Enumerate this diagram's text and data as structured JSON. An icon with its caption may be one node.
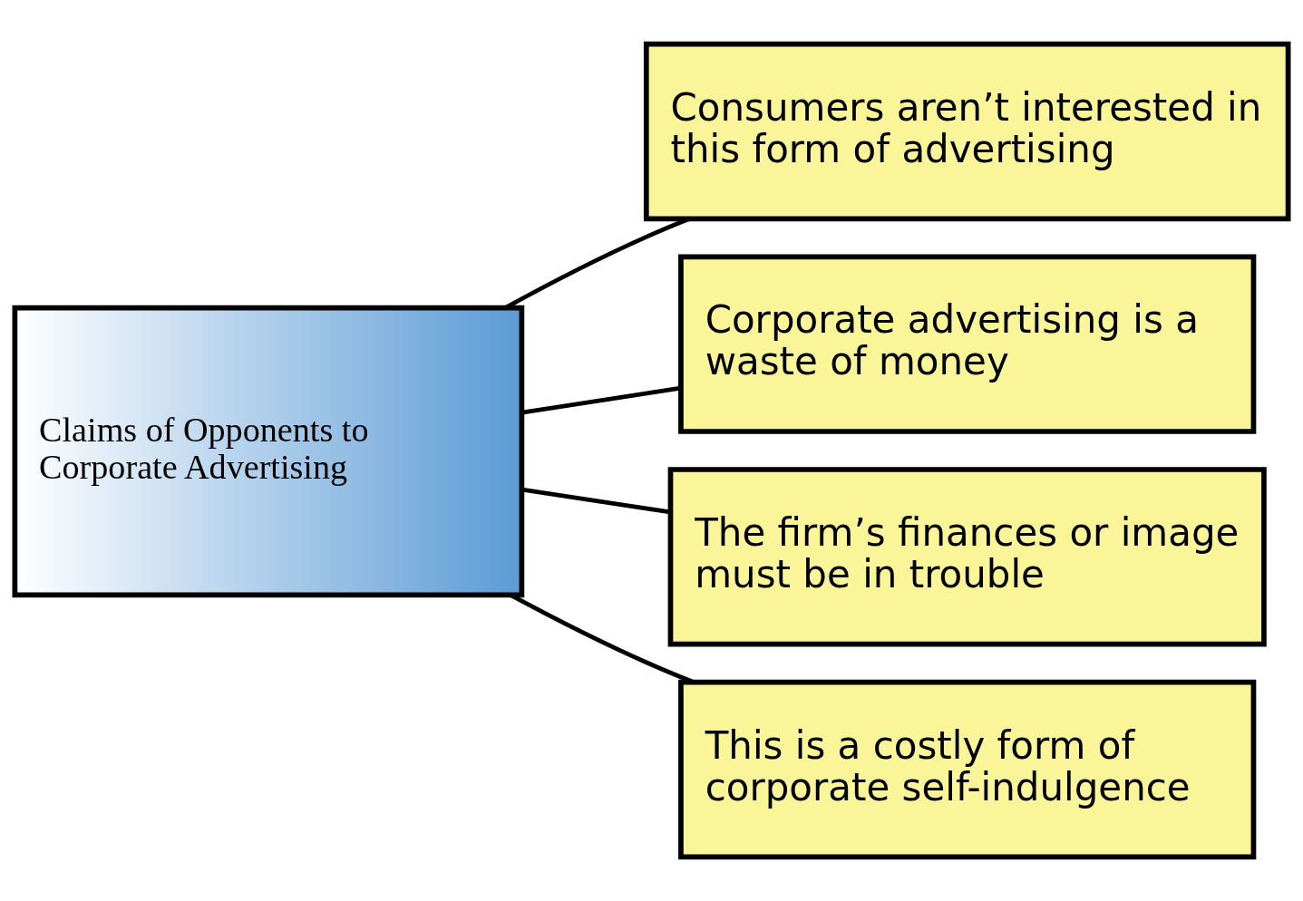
{
  "diagram": {
    "nodes": [
      {
        "text": [
          "Claims of Opponents to Corporate Advertising"
        ]
      },
      {
        "text": [
          "Consumers aren’t interested in this form of advertising"
        ]
      },
      {
        "text": [
          "Corporate advertising is a waste of money"
        ]
      },
      {
        "text": [
          "The firm’s finances or image must be in trouble"
        ]
      },
      {
        "text": [
          "This is a costly form of corporate self-indulgence"
        ]
      }
    ],
    "edges": [
      {
        "from": 0,
        "to": 1,
        "arrow": "none"
      },
      {
        "from": 0,
        "to": 2,
        "arrow": "none"
      },
      {
        "from": 0,
        "to": 3,
        "arrow": "none"
      },
      {
        "from": 0,
        "to": 4,
        "arrow": "none"
      }
    ]
  }
}
